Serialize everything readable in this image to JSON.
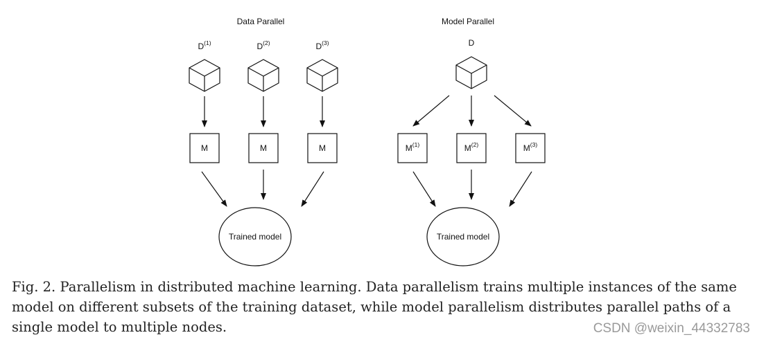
{
  "data_parallel": {
    "title": "Data Parallel",
    "datasets": [
      {
        "base": "D",
        "sup": "(1)"
      },
      {
        "base": "D",
        "sup": "(2)"
      },
      {
        "base": "D",
        "sup": "(3)"
      }
    ],
    "models": [
      {
        "base": "M",
        "sup": ""
      },
      {
        "base": "M",
        "sup": ""
      },
      {
        "base": "M",
        "sup": ""
      }
    ],
    "output": "Trained model"
  },
  "model_parallel": {
    "title": "Model Parallel",
    "dataset": {
      "base": "D",
      "sup": ""
    },
    "models": [
      {
        "base": "M",
        "sup": "(1)"
      },
      {
        "base": "M",
        "sup": "(2)"
      },
      {
        "base": "M",
        "sup": "(3)"
      }
    ],
    "output": "Trained model"
  },
  "caption": "Fig. 2.  Parallelism in distributed machine learning. Data parallelism trains multiple instances of the same model on different subsets of the training dataset, while model parallelism distributes parallel paths of a single model to multiple nodes.",
  "watermark": "CSDN @weixin_44332783",
  "colors": {
    "stroke": "#111111",
    "watermark": "#9a9a9a"
  }
}
